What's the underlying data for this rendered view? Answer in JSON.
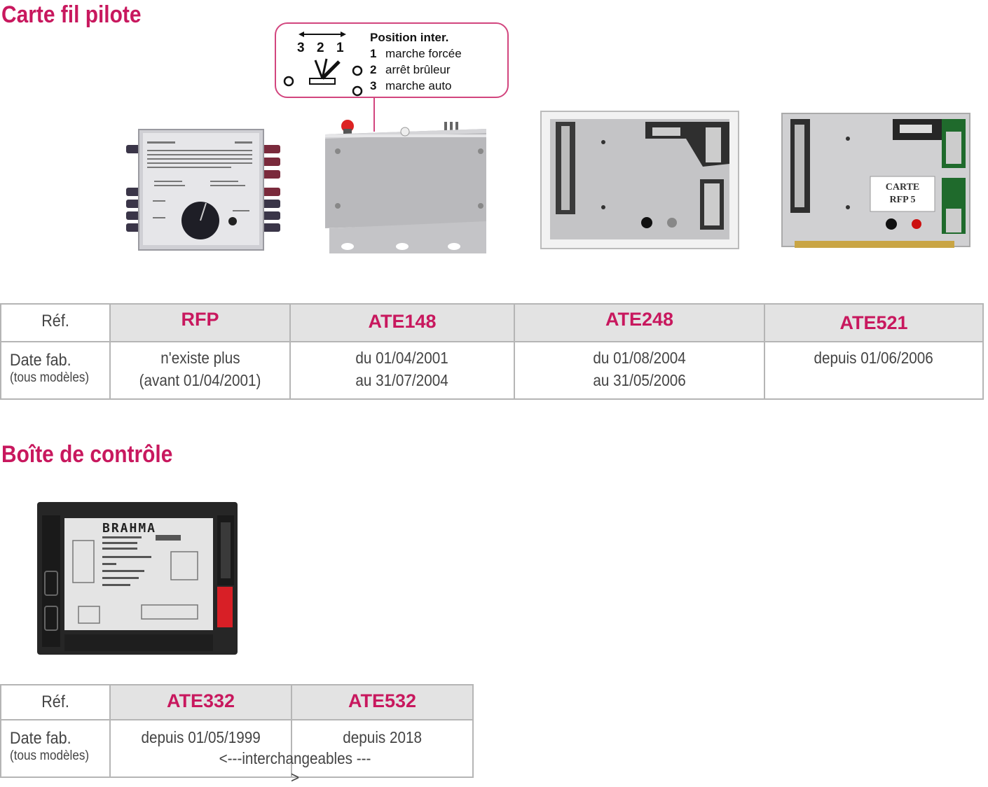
{
  "sections": {
    "pilot": {
      "title": "Carte fil pilote"
    },
    "control": {
      "title": "Boîte de contrôle"
    }
  },
  "switch_legend": {
    "positions": [
      "3",
      "2",
      "1"
    ],
    "title": "Position inter.",
    "items": [
      {
        "num": "1",
        "label": "marche forcée"
      },
      {
        "num": "2",
        "label": "arrêt brûleur"
      },
      {
        "num": "3",
        "label": "marche auto"
      }
    ]
  },
  "photos": {
    "carte_rfp5_label": [
      "CARTE",
      "RFP 5"
    ],
    "brahma_label": "BRAHMA"
  },
  "pilot_table": {
    "ref_label": "Réf.",
    "date_label": "Date fab.",
    "date_sublabel": "(tous modèles)",
    "columns": [
      {
        "ref": "RFP",
        "dates": [
          "n'existe plus",
          "(avant 01/04/2001)"
        ]
      },
      {
        "ref": "ATE148",
        "dates": [
          "du 01/04/2001",
          "au 31/07/2004"
        ]
      },
      {
        "ref": "ATE248",
        "dates": [
          "du 01/08/2004",
          "au 31/05/2006"
        ]
      },
      {
        "ref": "ATE521",
        "dates": [
          "depuis 01/06/2006"
        ]
      }
    ]
  },
  "control_table": {
    "ref_label": "Réf.",
    "date_label": "Date fab.",
    "date_sublabel": "(tous modèles)",
    "columns": [
      {
        "ref": "ATE332",
        "date": "depuis 01/05/1999"
      },
      {
        "ref": "ATE532",
        "date": "depuis 2018"
      }
    ],
    "note": "<---interchangeables --->"
  },
  "colors": {
    "accent": "#c8185e",
    "header_bg": "#e3e3e3",
    "border": "#b5b5b5"
  }
}
